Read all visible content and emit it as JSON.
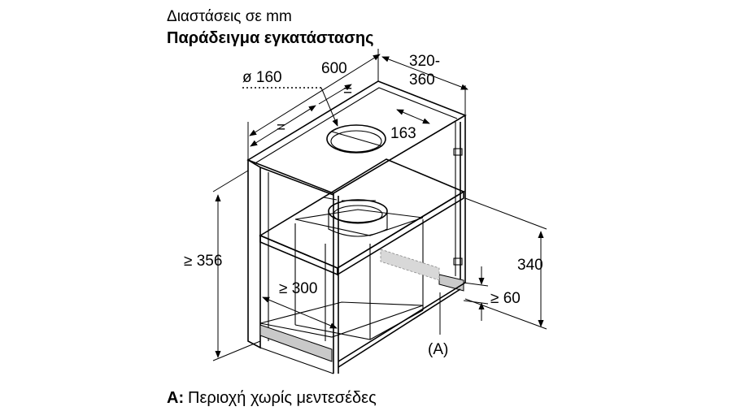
{
  "header": {
    "units_line": "Διαστάσεις σε mm",
    "title": "Παράδειγμα εγκατάστασης"
  },
  "dimensions": {
    "duct_diameter": "ø 160",
    "width": "600",
    "equal_top": "=",
    "equal_left": "=",
    "depth_line1": "320-",
    "depth_line2": "360",
    "offset": "163",
    "height_min": "≥ 356",
    "shelf_depth_min": "≥ 300",
    "height_right": "340",
    "gap_min": "≥ 60"
  },
  "callout": {
    "label": "(A)"
  },
  "legend": {
    "key": "A:",
    "text": "Περιοχή χωρίς μεντεσέδες"
  }
}
